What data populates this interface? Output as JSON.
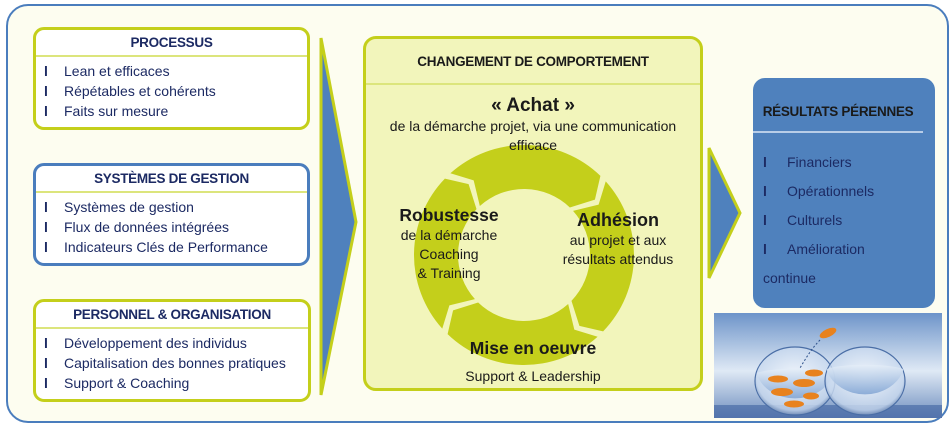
{
  "colors": {
    "frame_border": "#4a7dbd",
    "accent_green": "#c4cf1b",
    "accent_blue": "#4f81bd",
    "text_navy": "#1c2a63",
    "panel_bg": "#f2f5bb"
  },
  "pillars": [
    {
      "title": "PROCESSUS",
      "bullet": "l",
      "items": [
        "Lean et efficaces",
        "Répétables et cohérents",
        "Faits sur mesure"
      ]
    },
    {
      "title": "SYSTÈMES DE GESTION",
      "bullet": "l",
      "items": [
        "Systèmes de gestion",
        "Flux de données intégrées",
        "Indicateurs Clés de Performance"
      ]
    },
    {
      "title": "PERSONNEL & ORGANISATION",
      "bullet": "l",
      "items": [
        "Développement des individus",
        "Capitalisation des bonnes pratiques",
        "Support & Coaching"
      ]
    }
  ],
  "center": {
    "title": "CHANGEMENT DE COMPORTEMENT",
    "cycle": {
      "top": {
        "title": "« Achat »",
        "lines": [
          "de la démarche projet, via une communication",
          "efficace"
        ]
      },
      "right": {
        "title": "Adhésion",
        "lines": [
          "au projet et aux",
          "résultats attendus"
        ]
      },
      "bottom": {
        "title": "Mise en oeuvre",
        "lines": [
          "Support & Leadership"
        ]
      },
      "left": {
        "title": "Robustesse",
        "lines": [
          "de la démarche",
          "Coaching",
          "& Training"
        ]
      }
    }
  },
  "results": {
    "title": "RÉSULTATS PÉRENNES",
    "bullet": "l",
    "items": [
      "Financiers",
      "Opérationnels",
      "Culturels",
      "Amélioration"
    ],
    "continuation": "continue"
  },
  "image": {
    "icon": "goldfish-jumping-bowl-image"
  }
}
